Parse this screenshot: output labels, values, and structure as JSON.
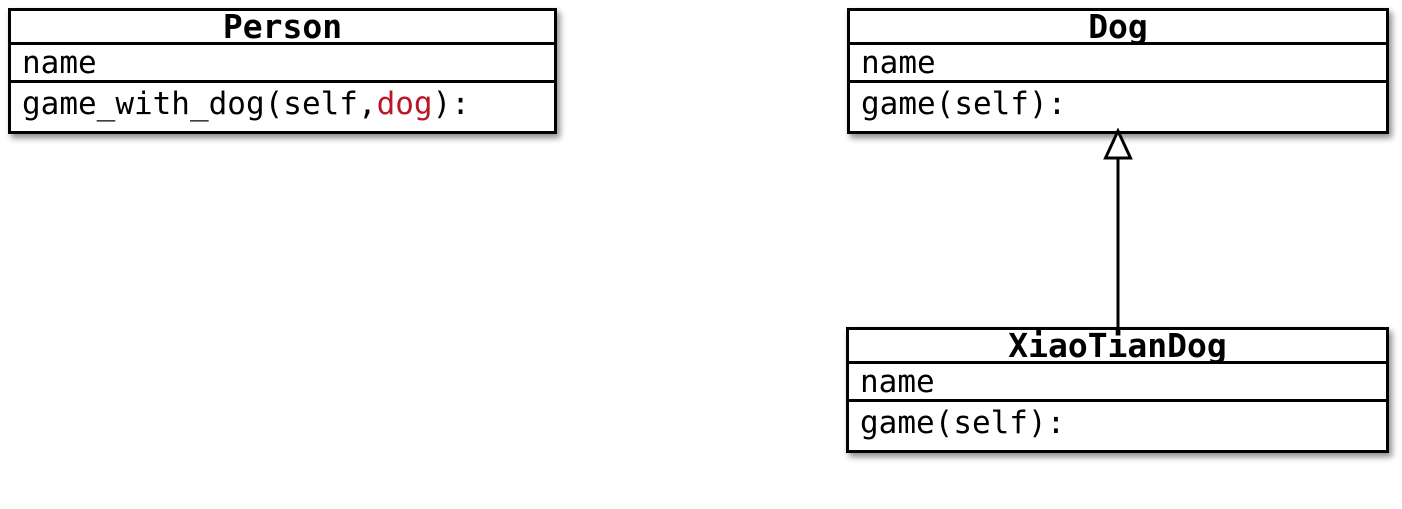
{
  "window": {
    "background": "#ffffff"
  },
  "colors": {
    "border": "#000000",
    "text": "#000000",
    "box_fill": "#ffffff",
    "method_param_highlight": "#bc1528"
  },
  "diagram": {
    "person": {
      "title": "Person",
      "attribute": "name",
      "method_prefix": "game_with_dog(self, ",
      "method_highlight": "dog",
      "method_suffix": "):"
    },
    "dog": {
      "title": "Dog",
      "attribute": "name",
      "method_prefix": "game(self):",
      "method_highlight": "",
      "method_suffix": ""
    },
    "xiaotiandog": {
      "title": "XiaoTianDog",
      "attribute": "name",
      "method_prefix": "game(self):",
      "method_highlight": "",
      "method_suffix": ""
    },
    "relationship": {
      "type": "inheritance",
      "from": "XiaoTianDog",
      "to": "Dog",
      "marker": "hollow-triangle-up"
    }
  }
}
